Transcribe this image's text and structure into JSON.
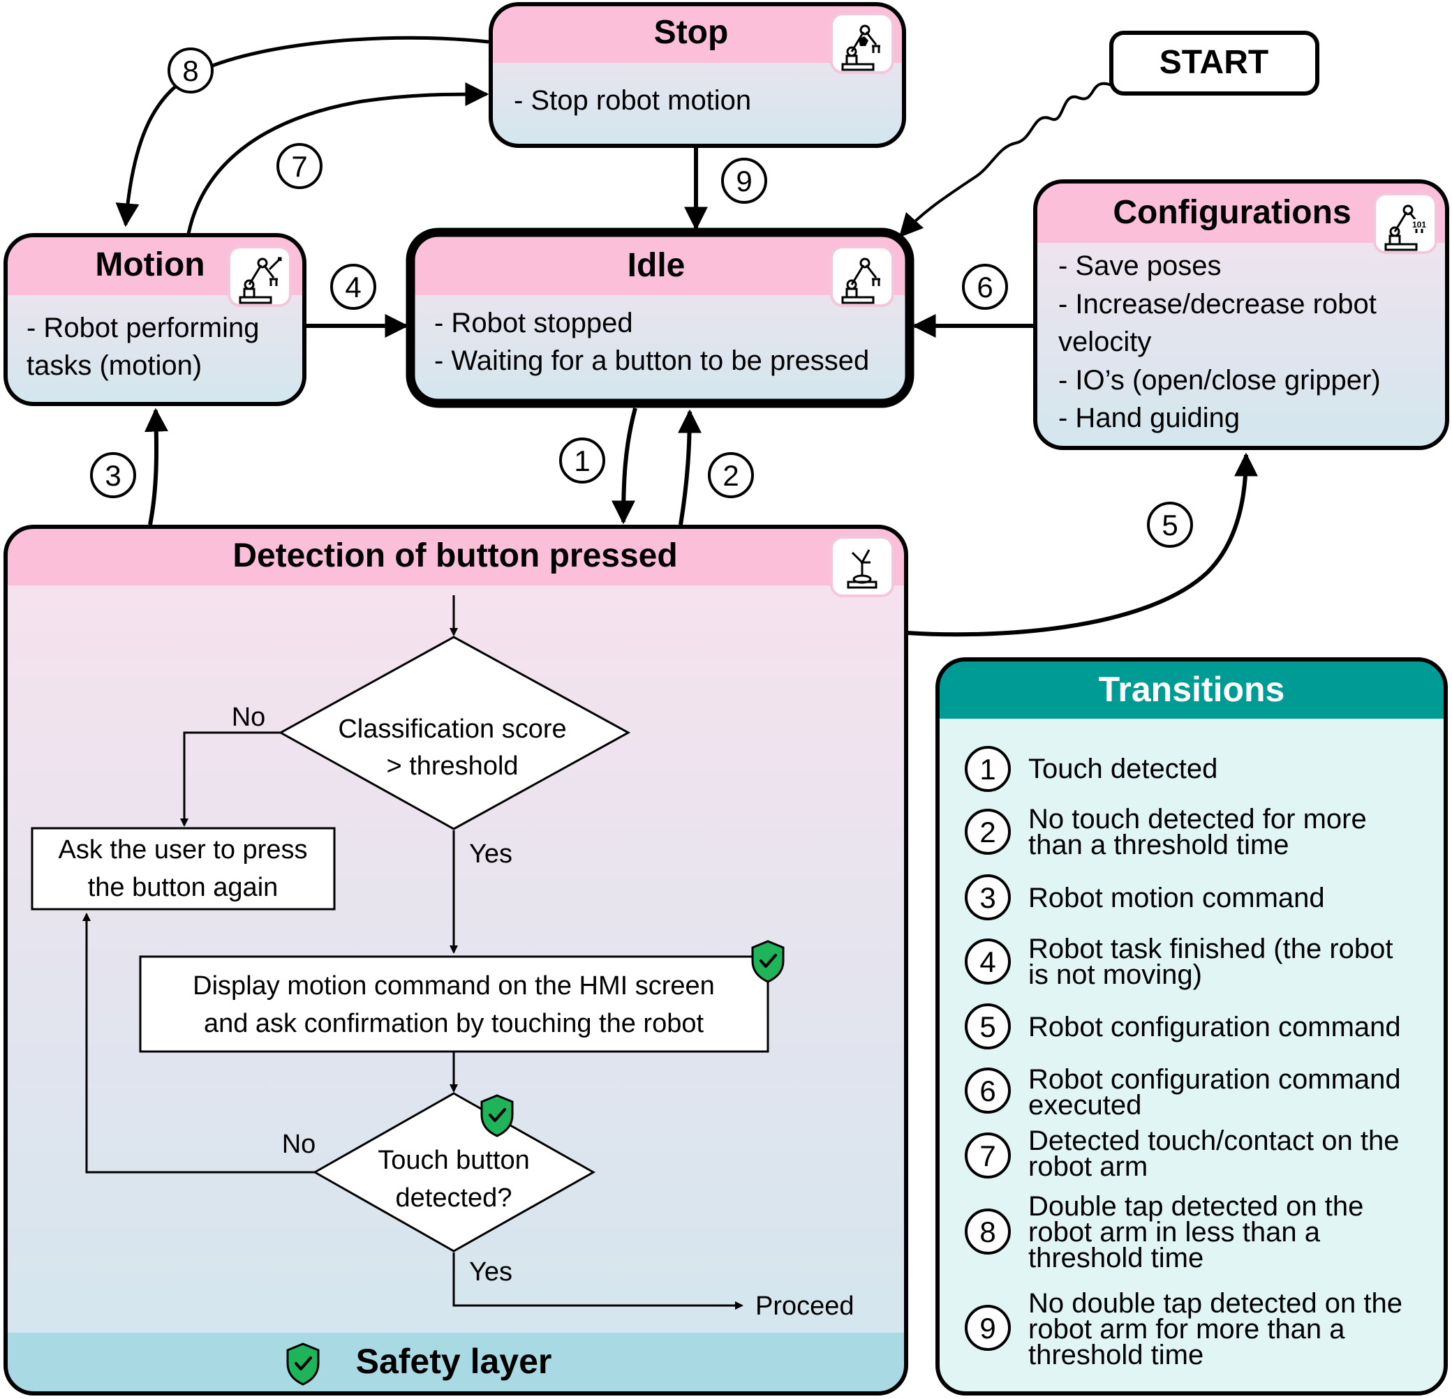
{
  "start_label": "START",
  "states": {
    "stop": {
      "title": "Stop",
      "lines": [
        "- Stop robot motion"
      ]
    },
    "idle": {
      "title": "Idle",
      "lines": [
        "- Robot stopped",
        "- Waiting for a button to be pressed"
      ]
    },
    "motion": {
      "title": "Motion",
      "lines": [
        "- Robot performing",
        "tasks (motion)"
      ]
    },
    "configurations": {
      "title": "Configurations",
      "lines": [
        "- Save poses",
        "- Increase/decrease robot",
        "velocity",
        "- IO’s (open/close gripper)",
        "- Hand guiding"
      ]
    },
    "detection": {
      "title": "Detection of button pressed"
    }
  },
  "transition_numbers": [
    "1",
    "2",
    "3",
    "4",
    "5",
    "6",
    "7",
    "8",
    "9"
  ],
  "flowchart": {
    "decision_1": [
      "Classification score",
      "> threshold"
    ],
    "ask_user": [
      "Ask the user to press",
      "the button again"
    ],
    "display": [
      "Display motion command on the HMI screen",
      "and ask confirmation by touching the robot"
    ],
    "decision_2": [
      "Touch button",
      "detected?"
    ],
    "no_1": "No",
    "yes_1": "Yes",
    "no_2": "No",
    "yes_2": "Yes",
    "proceed": "Proceed"
  },
  "safety_layer": "Safety layer",
  "legend": {
    "title": "Transitions",
    "items": [
      {
        "num": "1",
        "lines": [
          "Touch detected"
        ]
      },
      {
        "num": "2",
        "lines": [
          "No touch detected for more",
          "than a threshold time"
        ]
      },
      {
        "num": "3",
        "lines": [
          "Robot motion command"
        ]
      },
      {
        "num": "4",
        "lines": [
          "Robot task finished (the robot",
          "is not moving)"
        ]
      },
      {
        "num": "5",
        "lines": [
          "Robot configuration command"
        ]
      },
      {
        "num": "6",
        "lines": [
          "Robot configuration command",
          "executed"
        ]
      },
      {
        "num": "7",
        "lines": [
          "Detected touch/contact on the",
          "robot arm"
        ]
      },
      {
        "num": "8",
        "lines": [
          "Double tap detected on the",
          "robot arm in less than a",
          "threshold time"
        ]
      },
      {
        "num": "9",
        "lines": [
          "No double tap detected on the",
          "robot arm for more than a",
          "threshold time"
        ]
      }
    ]
  },
  "colors": {
    "state_header": "#fbbfd9",
    "state_body_top": "#f6e3ee",
    "state_body_bottom": "#d6e7ee",
    "legend_header": "#009b94",
    "legend_body": "#e0f5f4",
    "safety_band": "#a9d9e3",
    "shield": "#1fb45a"
  },
  "icons": [
    "robot-arm-stop-icon",
    "robot-arm-icon",
    "robot-arm-motion-icon",
    "robot-arm-config-icon",
    "joystick-icon",
    "shield-check-icon"
  ]
}
